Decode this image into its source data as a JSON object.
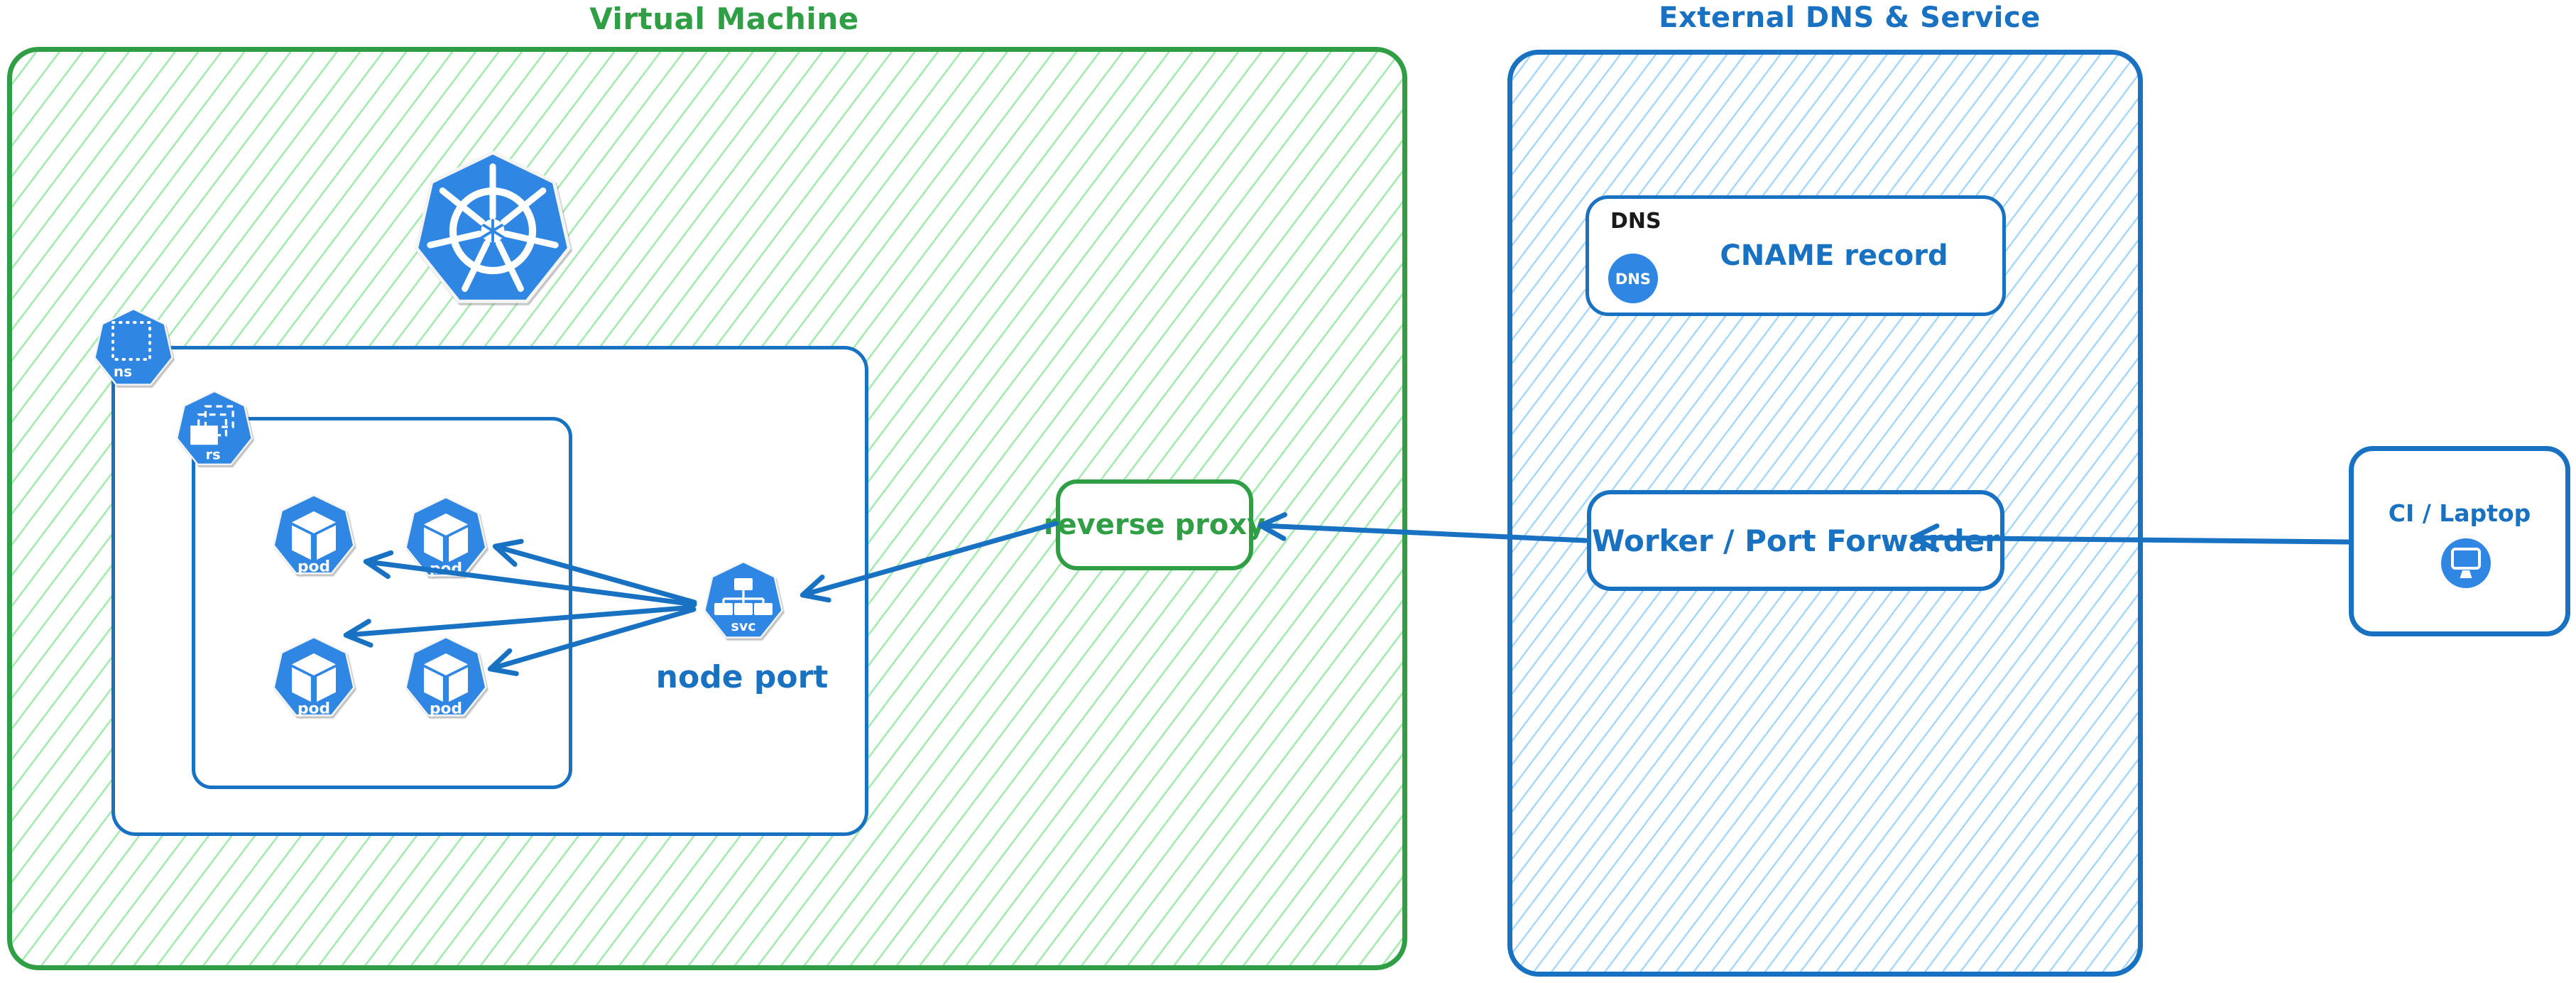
{
  "vm_group": {
    "title": "Virtual Machine",
    "kubernetes_logo_icon": "kubernetes-wheel",
    "namespace_icon_label": "ns",
    "replicaset_icon_label": "rs",
    "pods": [
      {
        "label": "pod"
      },
      {
        "label": "pod"
      },
      {
        "label": "pod"
      },
      {
        "label": "pod"
      }
    ],
    "service": {
      "icon_label": "svc",
      "caption": "node port"
    },
    "reverse_proxy": {
      "label": "reverse proxy"
    }
  },
  "external_group": {
    "title": "External DNS & Service",
    "dns_record": {
      "tag": "DNS",
      "icon_label": "DNS",
      "label": "CNAME record"
    },
    "worker": {
      "label": "Worker / Port Forwarder"
    }
  },
  "client": {
    "label": "CI / Laptop",
    "icon": "monitor"
  },
  "connections": [
    {
      "from": "worker",
      "to": "reverse-proxy"
    },
    {
      "from": "reverse-proxy",
      "to": "svc-node-port"
    },
    {
      "from": "svc-node-port",
      "to": "pod-1"
    },
    {
      "from": "svc-node-port",
      "to": "pod-2"
    },
    {
      "from": "svc-node-port",
      "to": "pod-3"
    },
    {
      "from": "svc-node-port",
      "to": "pod-4"
    },
    {
      "from": "ci-laptop",
      "to": "worker"
    }
  ],
  "colors": {
    "green_stroke": "#2f9e44",
    "green_hatch": "#86e296",
    "blue_stroke": "#1971c2",
    "blue_hatch": "#8dcbf8",
    "k8s_icon_blue": "#2f86e3",
    "dns_tag_black": "#1a1a1a",
    "background": "#ffffff"
  }
}
